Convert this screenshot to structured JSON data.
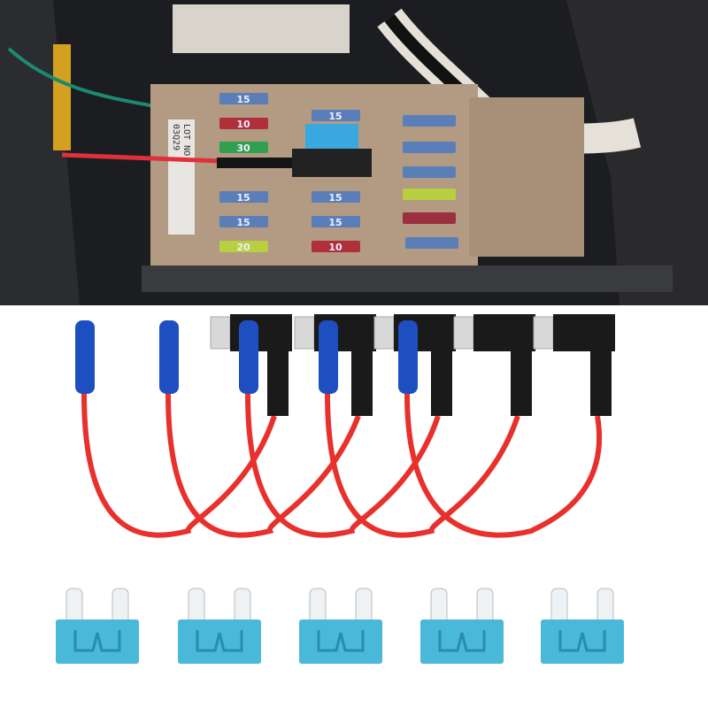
{
  "photo": {
    "fuse_box": {
      "lot_label": "LOT NO",
      "lot_number": "03Q29",
      "fuses": [
        {
          "label": "15",
          "color": "#5a7fb8"
        },
        {
          "label": "10",
          "color": "#b0303a"
        },
        {
          "label": "30",
          "color": "#2ea050"
        },
        {
          "label": "15",
          "color": "#5a7fb8"
        },
        {
          "label": "15",
          "color": "#5a7fb8"
        },
        {
          "label": "20",
          "color": "#b8d040"
        },
        {
          "label": "15",
          "color": "#5a7fb8"
        },
        {
          "label": "15",
          "color": "#5a7fb8"
        },
        {
          "label": "15",
          "color": "#5a7fb8"
        },
        {
          "label": "10",
          "color": "#b0303a"
        }
      ]
    }
  },
  "product": {
    "tap_count": 5,
    "fuse_count": 5,
    "wire_color": "#e8302c",
    "connector_color": "#1d4fc0",
    "fuse_color": "#4ab8d8"
  }
}
